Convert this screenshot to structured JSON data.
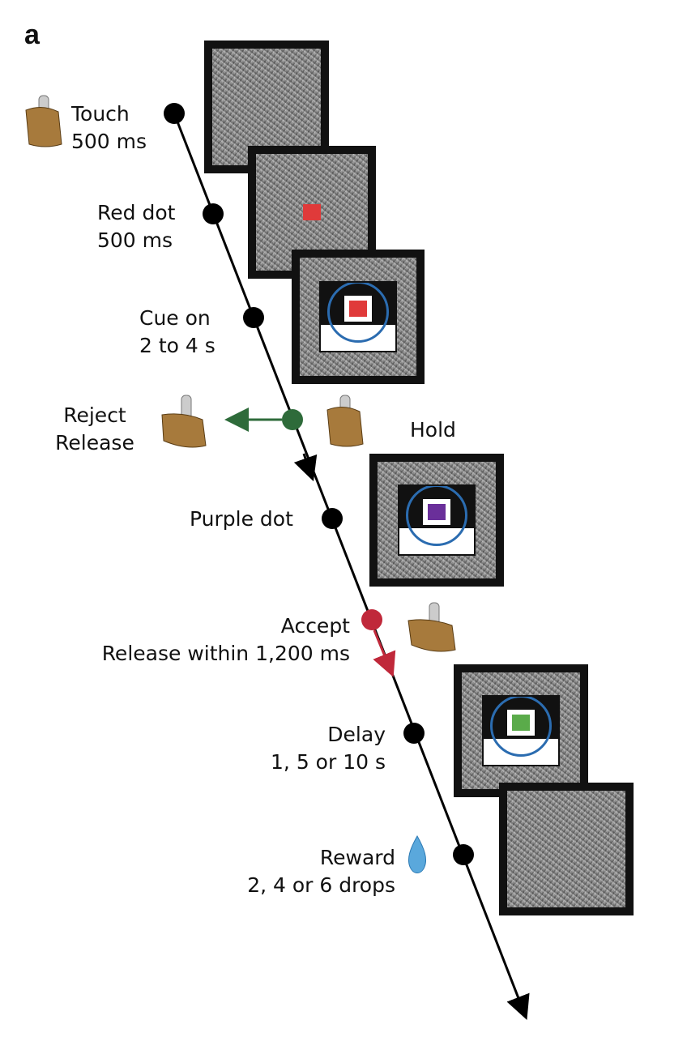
{
  "panel_letter": "a",
  "events": [
    {
      "id": "touch",
      "title": "Touch",
      "detail": "500 ms",
      "marker_color": "#000000"
    },
    {
      "id": "red-dot",
      "title": "Red dot",
      "detail": "500 ms",
      "marker_color": "#000000"
    },
    {
      "id": "cue-on",
      "title": "Cue on",
      "detail": "2 to 4 s",
      "marker_color": "#000000"
    },
    {
      "id": "reject",
      "title": "Reject",
      "detail": "Release",
      "marker_color": "#2e6b3a"
    },
    {
      "id": "hold",
      "title": "Hold",
      "detail": ""
    },
    {
      "id": "purple-dot",
      "title": "Purple dot",
      "detail": "",
      "marker_color": "#000000"
    },
    {
      "id": "accept",
      "title": "Accept",
      "detail": "Release within 1,200 ms",
      "marker_color": "#c0283a"
    },
    {
      "id": "delay",
      "title": "Delay",
      "detail": "1, 5 or 10 s",
      "marker_color": "#000000"
    },
    {
      "id": "reward",
      "title": "Reward",
      "detail": "2, 4 or 6 drops",
      "marker_color": "#000000"
    }
  ],
  "colors": {
    "red_dot": "#e03a3a",
    "purple_dot": "#6a2f9a",
    "green_dot": "#5aab4a",
    "cue_circle": "#2b6cb0",
    "reject_arrow": "#2e6b3a",
    "accept_arrow": "#c0283a"
  }
}
